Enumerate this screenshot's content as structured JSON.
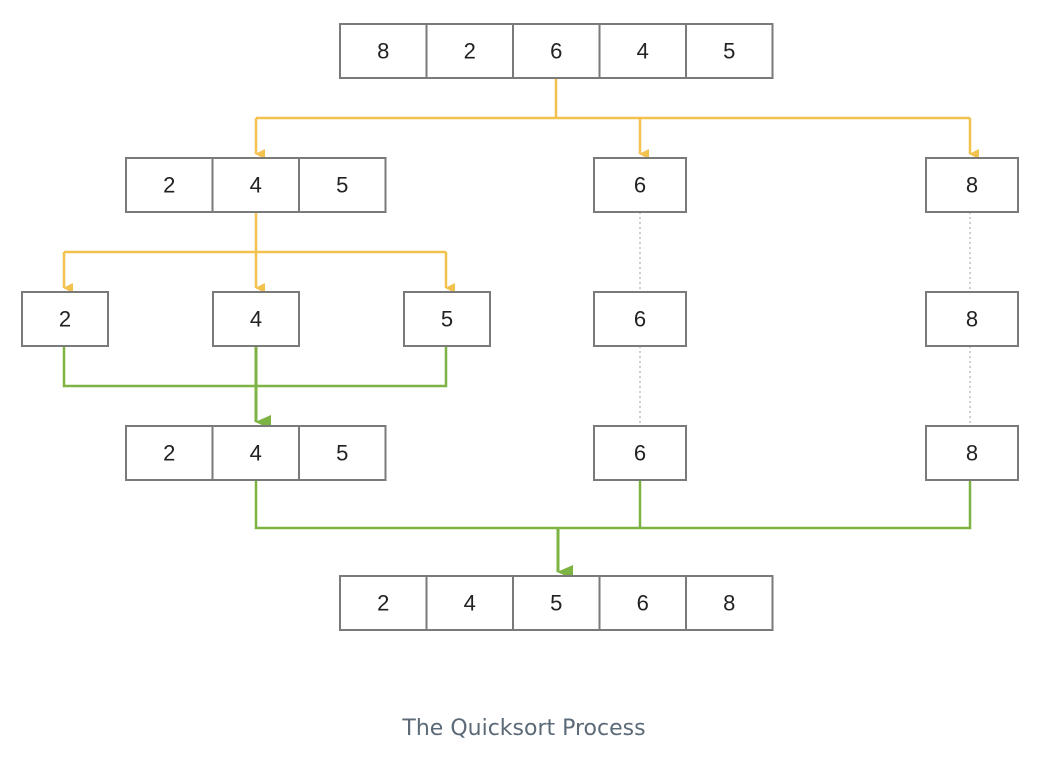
{
  "caption": "The Quicksort Process",
  "colors": {
    "divide": "#f2c14e",
    "merge": "#7cb342",
    "dotted": "#bdbdbd",
    "border": "#7a7a7a",
    "text": "#222222",
    "caption": "#5c6a78"
  },
  "arrays": [
    {
      "id": "input",
      "values": [
        "8",
        "2",
        "6",
        "4",
        "5"
      ]
    },
    {
      "id": "sub-left",
      "values": [
        "2",
        "4",
        "5"
      ]
    },
    {
      "id": "pivot-6",
      "values": [
        "6"
      ]
    },
    {
      "id": "pivot-8",
      "values": [
        "8"
      ]
    },
    {
      "id": "leaf-2",
      "values": [
        "2"
      ]
    },
    {
      "id": "leaf-4",
      "values": [
        "4"
      ]
    },
    {
      "id": "leaf-5",
      "values": [
        "5"
      ]
    },
    {
      "id": "leaf-6",
      "values": [
        "6"
      ]
    },
    {
      "id": "leaf-8",
      "values": [
        "8"
      ]
    },
    {
      "id": "merged-left",
      "values": [
        "2",
        "4",
        "5"
      ]
    },
    {
      "id": "merged-6",
      "values": [
        "6"
      ]
    },
    {
      "id": "merged-8",
      "values": [
        "8"
      ]
    },
    {
      "id": "sorted",
      "values": [
        "2",
        "4",
        "5",
        "6",
        "8"
      ]
    }
  ]
}
